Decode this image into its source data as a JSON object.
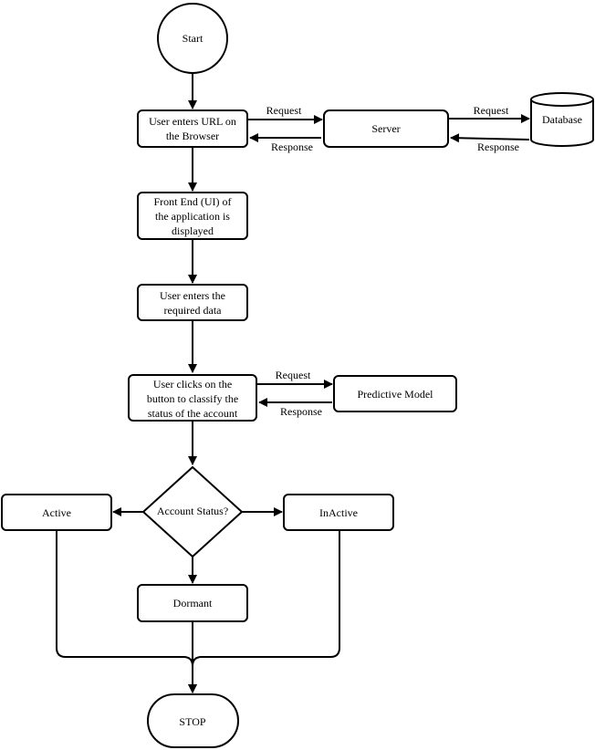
{
  "diagram": {
    "nodes": {
      "start": "Start",
      "url": [
        "User enters URL on",
        "the Browser"
      ],
      "server": "Server",
      "database": "Database",
      "frontend": [
        "Front End (UI) of",
        "the application is",
        "displayed"
      ],
      "data": [
        "User enters the",
        "required data"
      ],
      "classify": [
        "User clicks on the",
        "button to classify the",
        "status of the account"
      ],
      "model": "Predictive Model",
      "decision": "Account Status?",
      "active": "Active",
      "inactive": "InActive",
      "dormant": "Dormant",
      "stop": "STOP"
    },
    "edges": {
      "url_server_request": "Request",
      "server_url_response": "Response",
      "server_db_request": "Request",
      "db_server_response": "Response",
      "classify_model_request": "Request",
      "model_classify_response": "Response"
    }
  }
}
